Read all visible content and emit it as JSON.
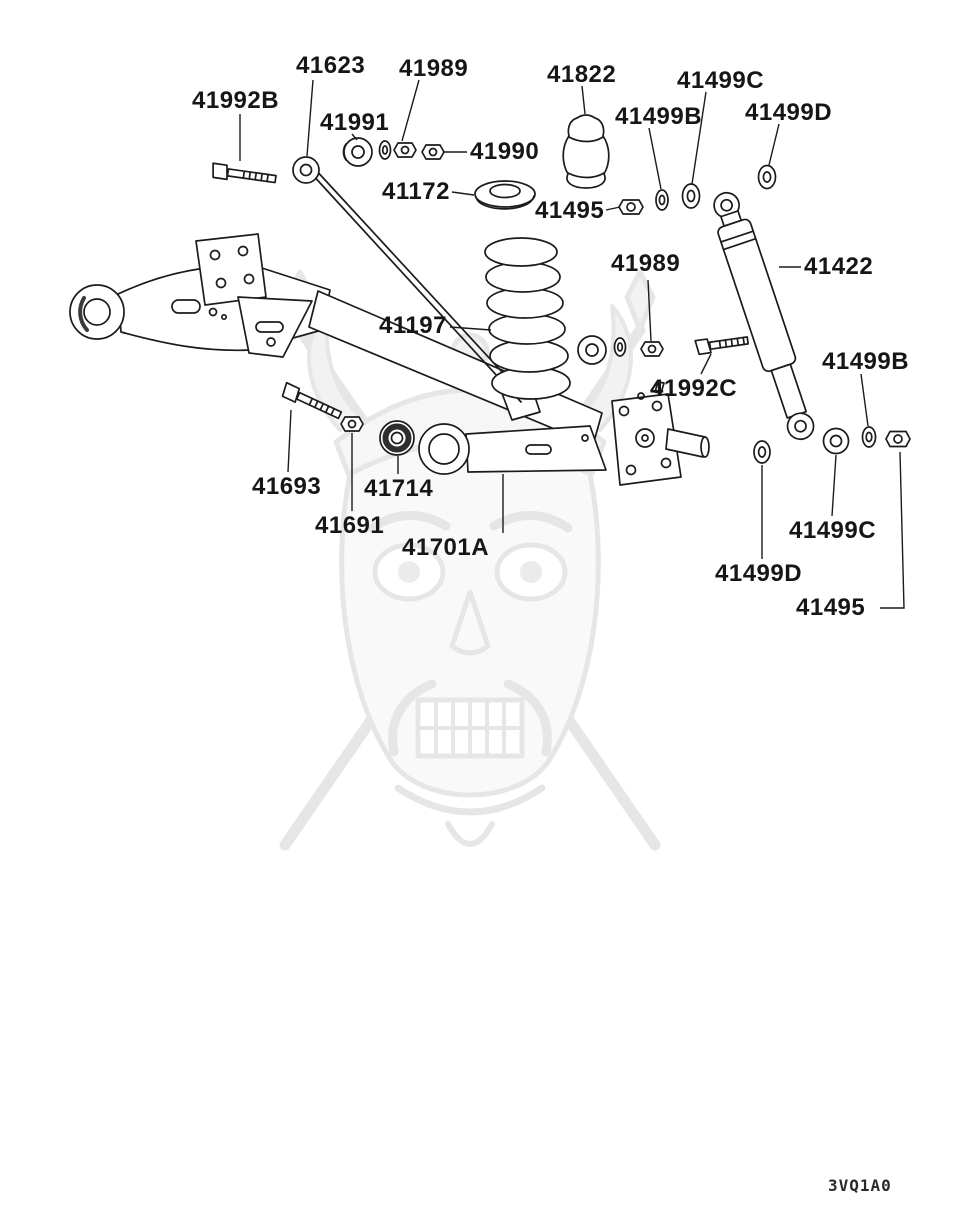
{
  "diagram": {
    "kind": "rear-suspension-exploded-parts-diagram",
    "ink_color": "#1b1b1b",
    "background": "#ffffff",
    "drawing_code": "3VQ1A0",
    "labels": [
      {
        "text": "41623"
      },
      {
        "text": "41989"
      },
      {
        "text": "41822"
      },
      {
        "text": "41499C"
      },
      {
        "text": "41992B"
      },
      {
        "text": "41991"
      },
      {
        "text": "41499B"
      },
      {
        "text": "41499D"
      },
      {
        "text": "41990"
      },
      {
        "text": "41172"
      },
      {
        "text": "41495"
      },
      {
        "text": "41989"
      },
      {
        "text": "41422"
      },
      {
        "text": "41197"
      },
      {
        "text": "41499B"
      },
      {
        "text": "41992C"
      },
      {
        "text": "41693"
      },
      {
        "text": "41714"
      },
      {
        "text": "41691"
      },
      {
        "text": "41701A"
      },
      {
        "text": "41499C"
      },
      {
        "text": "41499D"
      },
      {
        "text": "41495"
      }
    ]
  }
}
